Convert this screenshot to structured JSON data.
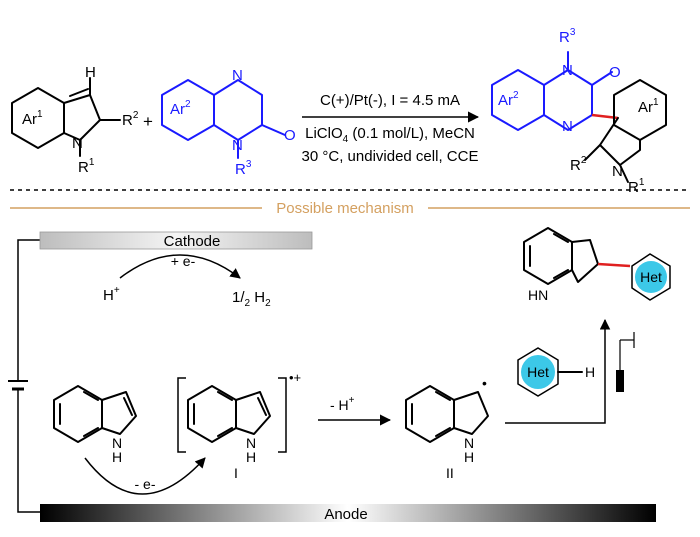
{
  "reaction": {
    "plus": "+",
    "conditions_line1": "C(+)/Pt(-), I = 4.5 mA",
    "conditions_line2": "LiClO",
    "conditions_line2_sub": "4",
    "conditions_line2_rest": " (0.1 mol/L), MeCN",
    "conditions_line3": "30 °C, undivided cell, CCE"
  },
  "labels": {
    "h": "H",
    "ar": "Ar",
    "sup1": "1",
    "sup2": "2",
    "sup3": "3",
    "r": "R",
    "n": "N",
    "o": "O"
  },
  "mechanism": {
    "title": "Possible mechanism",
    "cathode": "Cathode",
    "anode": "Anode",
    "plus_e": "+ e-",
    "minus_e": "-  e-",
    "h_plus": "H",
    "plus_sign": "+",
    "half_h2_num": "1",
    "half_h2_den": "2",
    "half_h2_h": "H",
    "half_h2_sub": "2",
    "minus_hplus": "- H",
    "radical_cation": "•+",
    "dot": "•",
    "intermediate1": "I",
    "intermediate2": "II",
    "nh": "NH",
    "hn": "HN",
    "het": "Het",
    "het_h": "H"
  },
  "colors": {
    "blue": "#1a1aff",
    "orange": "#d4a060",
    "red": "#e02020",
    "het_fill": "#3cc8e8"
  }
}
